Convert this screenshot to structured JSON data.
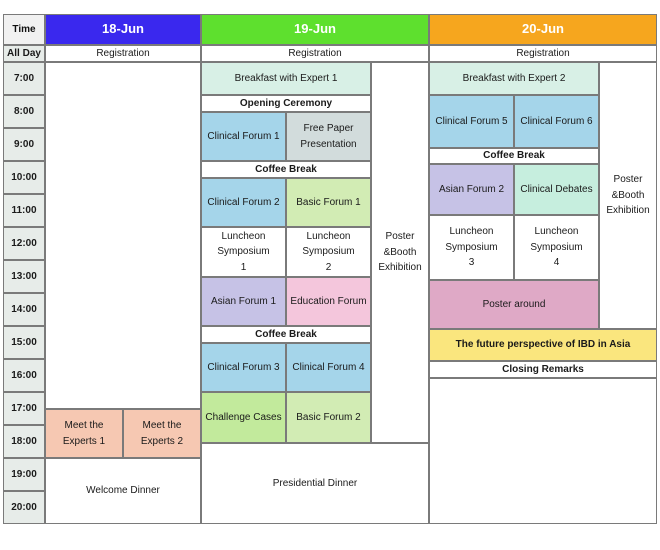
{
  "header": {
    "time": "Time",
    "days": [
      "18-Jun",
      "19-Jun",
      "20-Jun"
    ]
  },
  "time_labels": [
    "All Day",
    "7:00",
    "8:00",
    "9:00",
    "10:00",
    "11:00",
    "12:00",
    "13:00",
    "14:00",
    "15:00",
    "16:00",
    "17:00",
    "18:00",
    "19:00",
    "20:00"
  ],
  "colors": {
    "day1_header": "#3a28ee",
    "day2_header": "#5ee02e",
    "day3_header": "#f6a61e",
    "breakfast": "#d8f0e6",
    "forum_blue": "#a5d5ea",
    "free_paper": "#d2dcdc",
    "basic_green": "#d2ecb4",
    "asian_purple": "#c6c2e6",
    "education_pink": "#f4c6dc",
    "challenge_green": "#c2ea9c",
    "clinical_debates": "#c6eede",
    "poster_around": "#dfa9c6",
    "future_yellow": "#fae67e",
    "meet_experts": "#f6c8b2",
    "time_column": "#e7ece9"
  },
  "day1": {
    "registration": "Registration",
    "meet_experts_1": "Meet the Experts 1",
    "meet_experts_2": "Meet the Experts 2",
    "welcome_dinner": "Welcome Dinner"
  },
  "day2": {
    "registration": "Registration",
    "breakfast": "Breakfast with Expert 1",
    "opening": "Opening Ceremony",
    "clinical_forum_1": "Clinical Forum 1",
    "free_paper": "Free Paper Presentation",
    "coffee_break_1": "Coffee Break",
    "clinical_forum_2": "Clinical Forum 2",
    "basic_forum_1": "Basic Forum 1",
    "luncheon_1": "Luncheon Symposium 1",
    "luncheon_2": "Luncheon Symposium 2",
    "asian_forum_1": "Asian Forum 1",
    "education_forum": "Education Forum",
    "coffee_break_2": "Coffee Break",
    "clinical_forum_3": "Clinical Forum 3",
    "clinical_forum_4": "Clinical Forum 4",
    "challenge_cases": "Challenge Cases",
    "basic_forum_2": "Basic Forum 2",
    "poster": "Poster &Booth Exhibition",
    "presidential_dinner": "Presidential Dinner"
  },
  "day3": {
    "registration": "Registration",
    "breakfast": "Breakfast with Expert 2",
    "clinical_forum_5": "Clinical Forum 5",
    "clinical_forum_6": "Clinical Forum 6",
    "coffee_break": "Coffee Break",
    "asian_forum_2": "Asian Forum 2",
    "clinical_debates": "Clinical Debates",
    "poster": "Poster &Booth Exhibition",
    "luncheon_3": "Luncheon Symposium 3",
    "luncheon_4": "Luncheon Symposium 4",
    "poster_around": "Poster around",
    "future": "The future perspective of IBD in Asia",
    "closing": "Closing Remarks"
  }
}
